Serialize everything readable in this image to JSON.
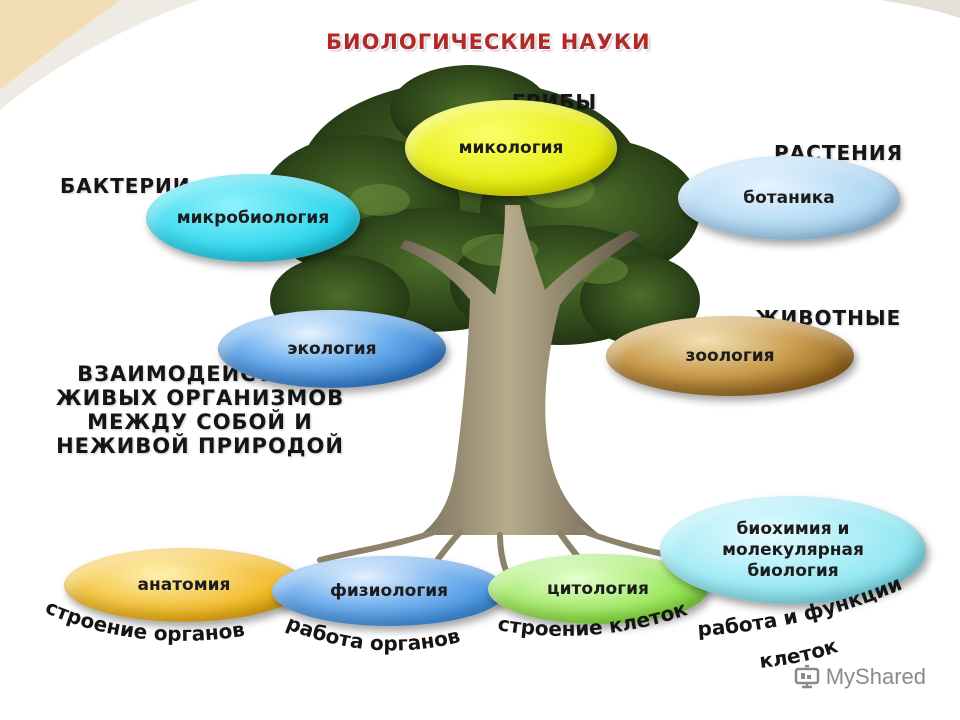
{
  "title": "БИОЛОГИЧЕСКИЕ НАУКИ",
  "labels": {
    "fungi": "ГРИБЫ",
    "plants": "РАСТЕНИЯ",
    "bacteria": "БАКТЕРИИ",
    "animals": "ЖИВОТНЫЕ"
  },
  "ecology_description": [
    "ВЗАИМОДЕЙСТВИЕ",
    "ЖИВЫХ ОРГАНИЗМОВ",
    "МЕЖДУ СОБОЙ И",
    "НЕЖИВОЙ ПРИРОДОЙ"
  ],
  "sciences": {
    "mycology": "микология",
    "botany": "ботаника",
    "microbiology": "микробиология",
    "ecology": "экология",
    "zoology": "зоология",
    "anatomy": "анатомия",
    "physiology": "физиология",
    "cytology": "цитология",
    "biochemistry": [
      "биохимия и",
      "молекулярная",
      "биология"
    ]
  },
  "captions": {
    "anatomy": "строение органов",
    "physiology": "работа органов",
    "cytology": "строение клеток",
    "biochemistry_1": "работа и функции",
    "biochemistry_2": "клеток"
  },
  "watermark": "MyShared",
  "colors": {
    "title": "#b02a2a",
    "mycology": "#eef20a",
    "botany": "#a9d4f2",
    "microbiology": "#27d4ec",
    "ecology": "#2e78c8",
    "zoology": "#8a5a14",
    "anatomy": "#f0b51c",
    "physiology": "#3d8fe0",
    "cytology": "#8fe24a",
    "biochemistry": "#8fe6f2"
  }
}
